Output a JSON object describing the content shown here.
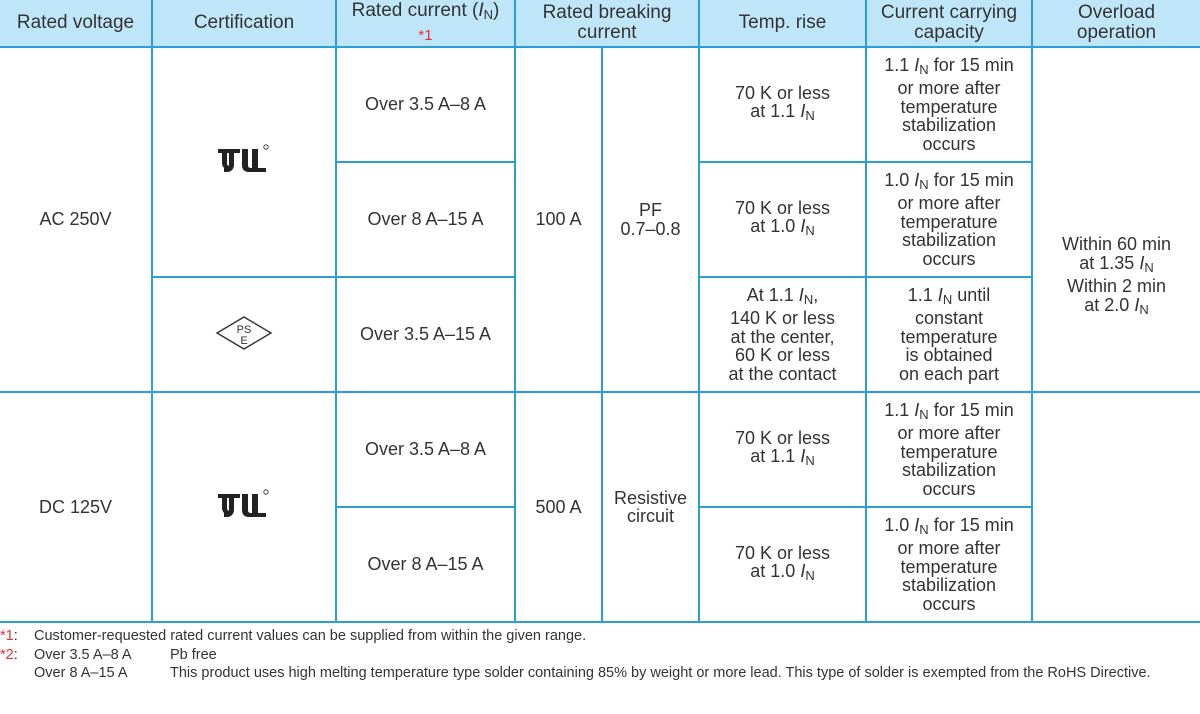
{
  "header": {
    "rated_voltage": "Rated voltage",
    "certification": "Certification",
    "rated_current_prefix": "Rated current (",
    "rated_current_symbol": "I",
    "rated_current_sub": "N",
    "rated_current_suffix": ")",
    "rated_current_note": "*1",
    "rated_breaking_current": "Rated breaking current",
    "temp_rise": "Temp. rise",
    "current_carrying_capacity": "Current carrying capacity",
    "overload_operation": "Overload operation"
  },
  "ac": {
    "voltage": "AC 250V",
    "breaking_current": "100 A",
    "breaking_condition_line1": "PF",
    "breaking_condition_line2": "0.7–0.8",
    "rows": [
      {
        "rated_current": "Over 3.5 A–8 A",
        "temp_line1": "70 K or less",
        "temp_line2_prefix": "at 1.1 ",
        "ccc_prefix": "1.1 ",
        "ccc_suffix": " for 15 min",
        "ccc_line2": "or more after",
        "ccc_line3": "temperature",
        "ccc_line4": "stabilization",
        "ccc_line5": "occurs"
      },
      {
        "rated_current": "Over 8 A–15 A",
        "temp_line1": "70 K or less",
        "temp_line2_prefix": "at 1.0 ",
        "ccc_prefix": "1.0 ",
        "ccc_suffix": " for 15 min",
        "ccc_line2": "or more after",
        "ccc_line3": "temperature",
        "ccc_line4": "stabilization",
        "ccc_line5": "occurs"
      },
      {
        "rated_current": "Over 3.5 A–15 A",
        "temp_line1_prefix": "At 1.1 ",
        "temp_line1_suffix": ",",
        "temp_line2": "140 K or less",
        "temp_line3": "at the center,",
        "temp_line4": "60 K or less",
        "temp_line5": "at the contact",
        "ccc_prefix": "1.1 ",
        "ccc_suffix": " until",
        "ccc_line2": "constant",
        "ccc_line3": "temperature",
        "ccc_line4": "is obtained",
        "ccc_line5": "on each part"
      }
    ]
  },
  "overload": {
    "line1": "Within 60 min",
    "line2_prefix": "at 1.35 ",
    "line3": "Within 2 min",
    "line4_prefix": "at 2.0 "
  },
  "dc": {
    "voltage": "DC 125V",
    "breaking_current": "500 A",
    "breaking_condition_line1": "Resistive",
    "breaking_condition_line2": "circuit",
    "rows": [
      {
        "rated_current": "Over 3.5 A–8 A",
        "temp_line1": "70 K or less",
        "temp_line2_prefix": "at 1.1 ",
        "ccc_prefix": "1.1 ",
        "ccc_suffix": " for 15 min",
        "ccc_line2": "or more after",
        "ccc_line3": "temperature",
        "ccc_line4": "stabilization",
        "ccc_line5": "occurs"
      },
      {
        "rated_current": "Over 8 A–15 A",
        "temp_line1": "70 K or less",
        "temp_line2_prefix": "at 1.0 ",
        "ccc_prefix": "1.0 ",
        "ccc_suffix": " for 15 min",
        "ccc_line2": "or more after",
        "ccc_line3": "temperature",
        "ccc_line4": "stabilization",
        "ccc_line5": "occurs"
      }
    ]
  },
  "symbols": {
    "I": "I",
    "N": "N"
  },
  "certifications": {
    "ul_icon": "ul-recognized-mark-icon",
    "pse_icon": "pse-mark-icon",
    "pse_top": "PS",
    "pse_bottom": "E"
  },
  "notes": {
    "note1_mark": "*1",
    "note1_sep": ":",
    "note1_text": "Customer-requested rated current values can be supplied from within the given range.",
    "note2_mark": "*2",
    "note2_sep": ":",
    "note2_row1_range": "Over 3.5 A–8 A",
    "note2_row1_text": "Pb free",
    "note2_row2_range": "Over 8 A–15 A",
    "note2_row2_text": "This product uses high melting temperature type solder containing 85% by weight or more lead. This type of solder is exempted from the RoHS Directive."
  },
  "colors": {
    "border": "#2a9fd6",
    "header_bg": "#bfe6f8",
    "text": "#333333",
    "note_mark": "#e8303a"
  }
}
